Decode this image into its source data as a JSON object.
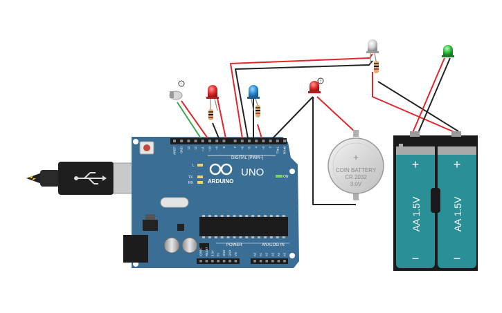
{
  "arduino": {
    "brand": "ARDUINO",
    "model": "UNO",
    "digital_header": "DIGITAL (PWM~)",
    "power_header": "POWER",
    "analog_header": "ANALOG IN",
    "on_label": "ON",
    "led_l": "L",
    "led_tx": "TX",
    "led_rx": "RX",
    "digital_pins": [
      "AREF",
      "GND",
      "13",
      "12",
      "~11",
      "~10",
      "~9",
      "8",
      "7",
      "~6",
      "~5",
      "4",
      "~3",
      "2",
      "TX▸1",
      "RX◂0"
    ],
    "power_pins": [
      "IOREF",
      "RESET",
      "3.3V",
      "5V",
      "GND",
      "GND",
      "Vin"
    ],
    "analog_pins": [
      "A0",
      "A1",
      "A2",
      "A3",
      "A4",
      "A5"
    ]
  },
  "coin_battery": {
    "line1": "COIN BATTERY",
    "line2": "CR 2032",
    "line3": "3.0V",
    "plus": "+"
  },
  "aa_batteries": [
    {
      "label": "AA 1.5V",
      "plus": "+",
      "minus": "−"
    },
    {
      "label": "AA 1.5V",
      "plus": "+",
      "minus": "−"
    }
  ],
  "colors": {
    "board": "#3b6e95",
    "board_dark": "#2d5879",
    "wire_red": "#e0262b",
    "wire_black": "#222222",
    "wire_green": "#3aa64a",
    "led_red": "#e42b2b",
    "led_blue": "#2b8fd6",
    "led_green": "#2fbf3f",
    "led_gray": "#c9c9c9",
    "battery_teal": "#2a8f96"
  }
}
